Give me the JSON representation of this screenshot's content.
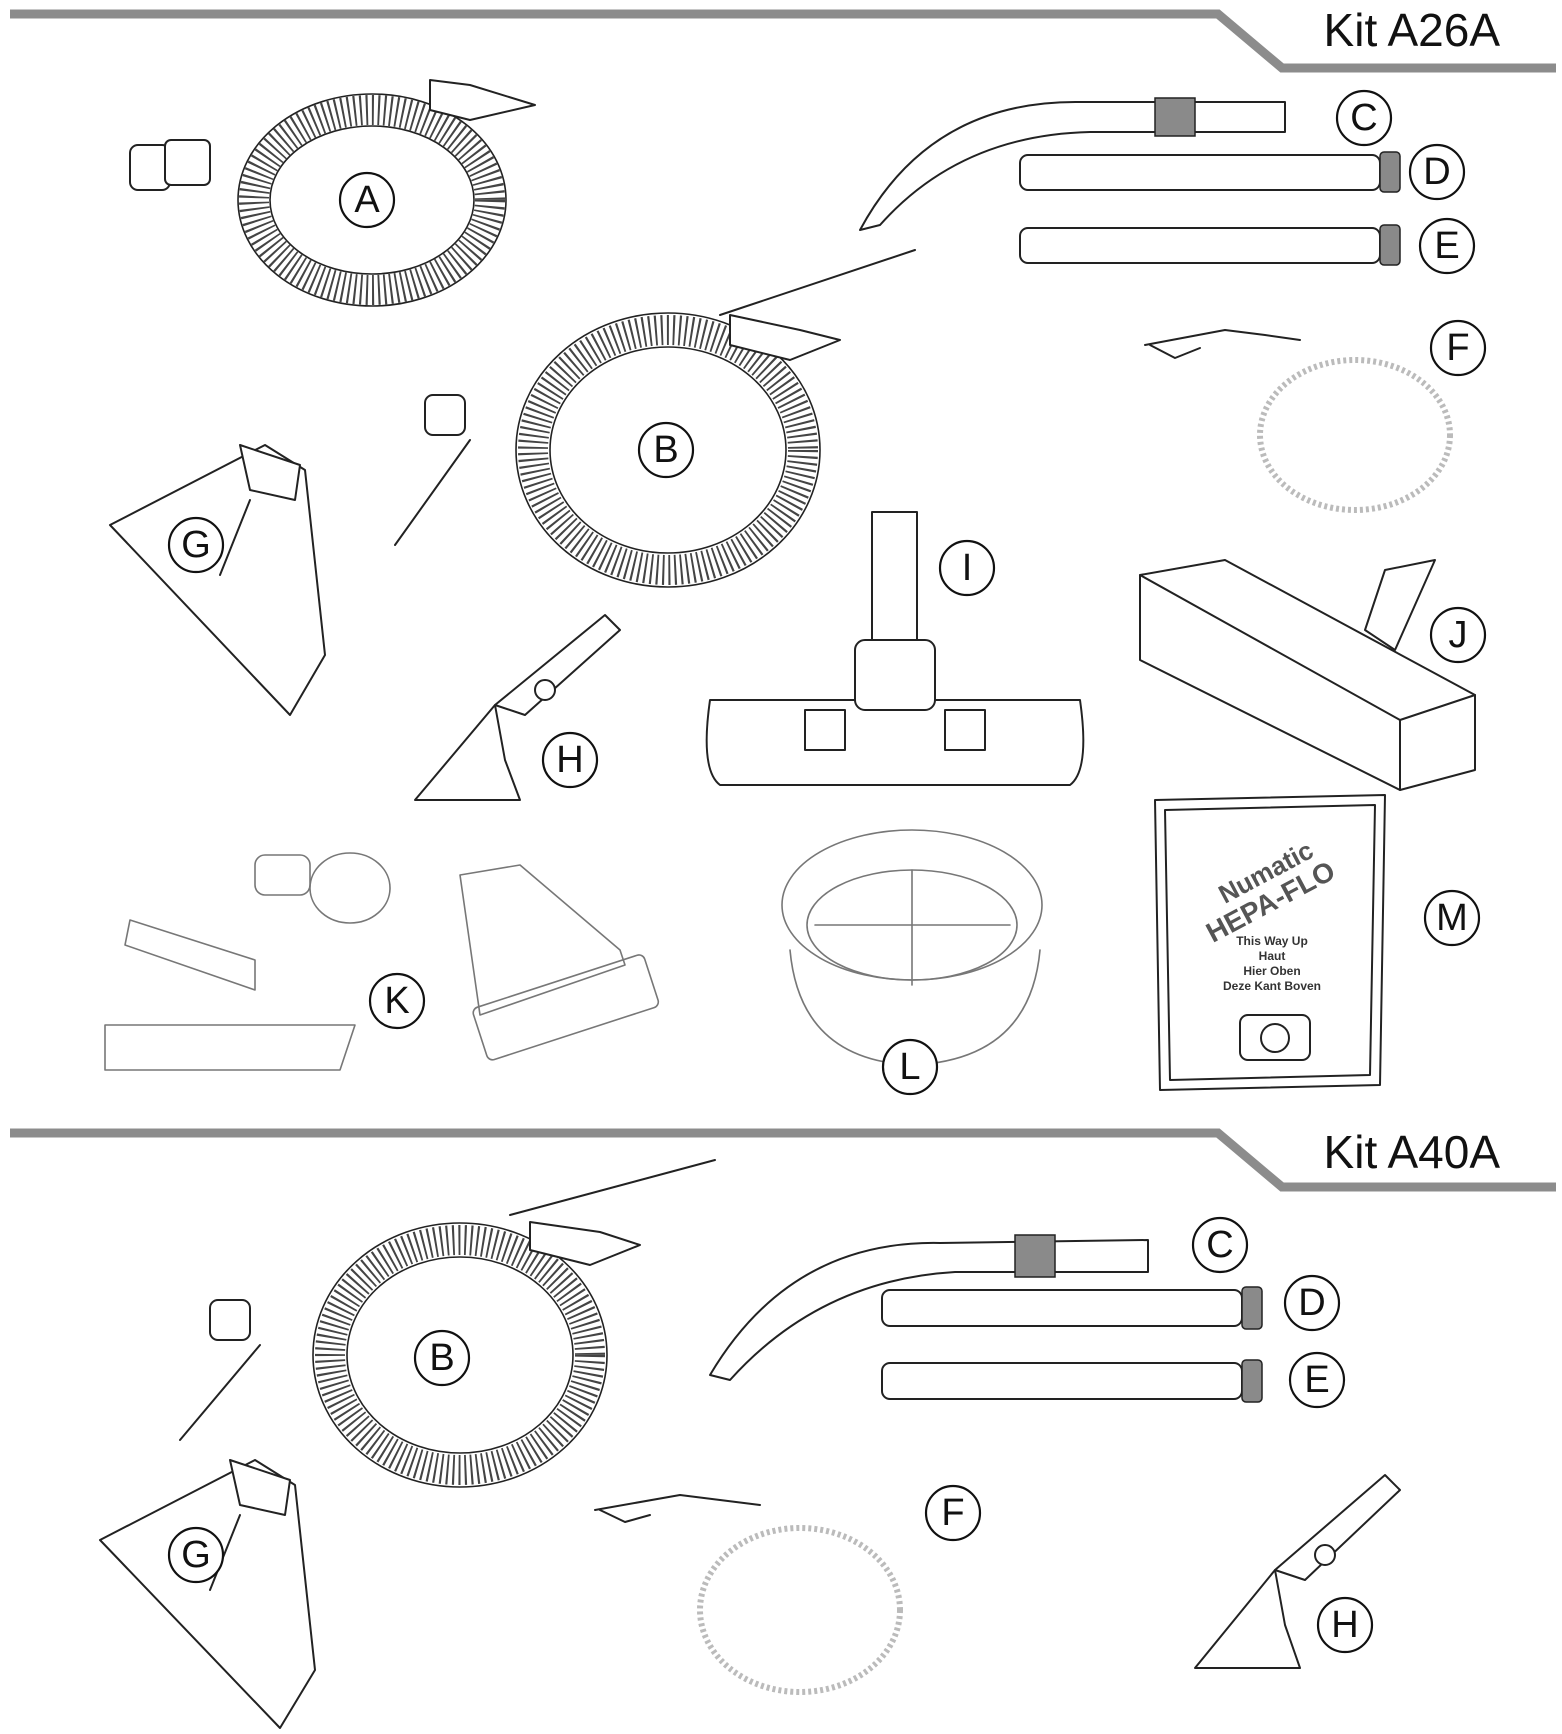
{
  "kits": [
    {
      "title": "Kit A26A",
      "labels": [
        "A",
        "B",
        "C",
        "D",
        "E",
        "F",
        "G",
        "H",
        "I",
        "J",
        "K",
        "L",
        "M"
      ]
    },
    {
      "title": "Kit A40A",
      "labels": [
        "B",
        "C",
        "D",
        "E",
        "F",
        "G",
        "H"
      ]
    }
  ],
  "dust_bag": {
    "brand": "Numatic",
    "product": "HEPA-FLO",
    "lines": [
      "This Way Up",
      "Haut",
      "Hier Oben",
      "Deze Kant Boven"
    ]
  },
  "colors": {
    "header_bar": "#8c8c8c",
    "ink": "#111111",
    "accent_grey": "#8a8a8a"
  }
}
